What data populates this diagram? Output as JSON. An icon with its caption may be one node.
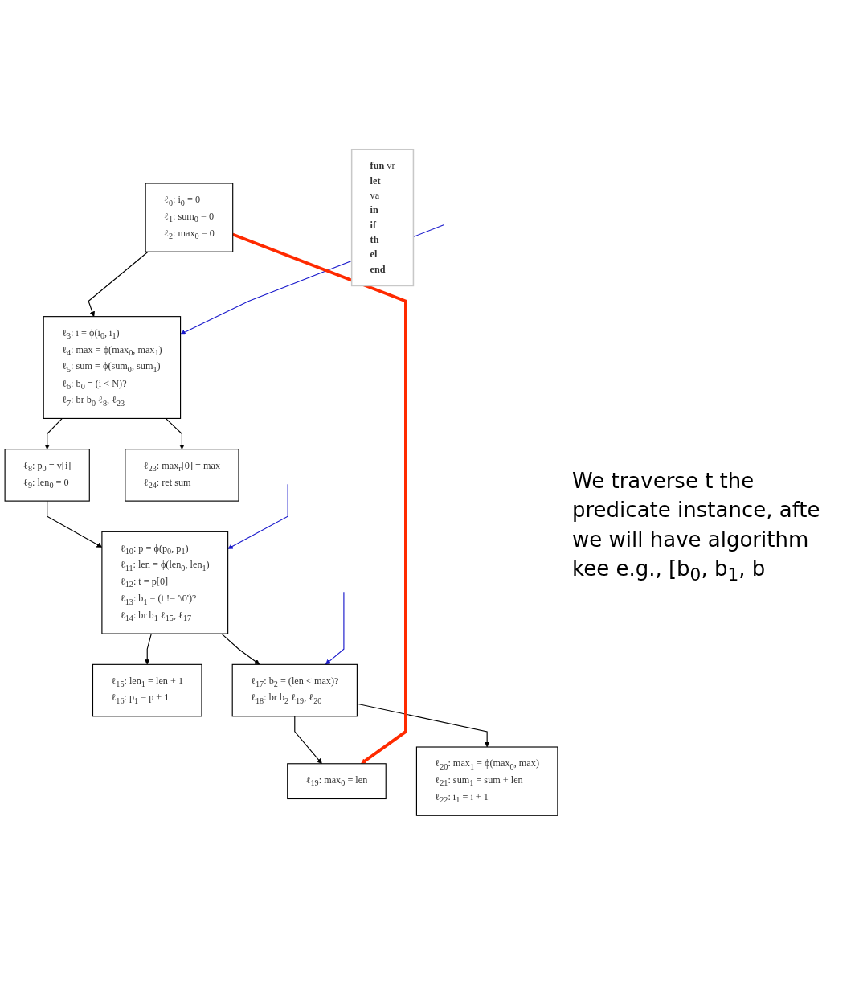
{
  "diagram": {
    "nodes": [
      {
        "text": [
          "ℓ$_{0}$: i$_{0}$ = 0",
          "ℓ$_{1}$: sum$_{0}$ = 0",
          "ℓ$_{2}$: max$_{0}$ = 0"
        ]
      },
      {
        "text": [
          "ℓ$_{3}$: i = ϕ(i$_{0}$, i$_{1}$)",
          "ℓ$_{4}$: max = ϕ(max$_{0}$, max$_{1}$)",
          "ℓ$_{5}$: sum = ϕ(sum$_{0}$, sum$_{1}$)",
          "ℓ$_{6}$: b$_{0}$ = (i < N)?",
          "ℓ$_{7}$: br b$_{0}$  ℓ$_{8}$,  ℓ$_{23}$"
        ]
      },
      {
        "text": [
          "ℓ$_{8}$: p$_{0}$ = v[i]",
          "ℓ$_{9}$: len$_{0}$ = 0"
        ]
      },
      {
        "text": [
          "ℓ$_{23}$: max$_{r}$[0] = max",
          "ℓ$_{24}$: ret sum"
        ]
      },
      {
        "text": [
          "ℓ$_{10}$: p = ϕ(p$_{0}$, p$_{1}$)",
          "ℓ$_{11}$: len = ϕ(len$_{0}$, len$_{1}$)",
          "ℓ$_{12}$: t = p[0]",
          "ℓ$_{13}$: b$_{1}$ = (t != '\\0')?",
          "ℓ$_{14}$: br b$_{1}$  ℓ$_{15}$,  ℓ$_{17}$"
        ]
      },
      {
        "text": [
          "ℓ$_{15}$: len$_{1}$ = len + 1",
          "ℓ$_{16}$: p$_{1}$ = p + 1"
        ]
      },
      {
        "text": [
          "ℓ$_{17}$: b$_{2}$ = (len < max)?",
          "ℓ$_{18}$: br b$_{2}$  ℓ$_{19}$,  ℓ$_{20}$"
        ]
      },
      {
        "text": [
          "ℓ$_{19}$: max$_{0}$ = len"
        ]
      },
      {
        "text": [
          "ℓ$_{20}$: max$_{1}$ = ϕ(max$_{0}$, max)",
          "ℓ$_{21}$: sum$_{1}$ = sum + len",
          "ℓ$_{22}$: i$_{1}$ = i + 1"
        ]
      },
      {
        "text": [
          "**fun** vr",
          "**let**",
          "va",
          "**in**",
          "**if**",
          "**th**",
          "**el**",
          "**end**"
        ]
      }
    ],
    "edges": [
      {
        "from": 0,
        "to": 1,
        "arrow": "to"
      },
      {
        "from": 1,
        "to": 2,
        "arrow": "to"
      },
      {
        "from": 1,
        "to": 3,
        "arrow": "to"
      },
      {
        "from": 2,
        "to": 4,
        "arrow": "to"
      },
      {
        "from": 4,
        "to": 5,
        "arrow": "to"
      },
      {
        "from": 4,
        "to": 6,
        "arrow": "to"
      },
      {
        "from": 6,
        "to": 7,
        "arrow": "to"
      },
      {
        "from": 6,
        "to": 8,
        "arrow": "to"
      },
      {
        "from": null,
        "to": 1,
        "arrow": "to",
        "color": "#1a1acc"
      },
      {
        "from": null,
        "to": 4,
        "arrow": "to",
        "color": "#1a1acc"
      },
      {
        "from": null,
        "to": 6,
        "arrow": "to",
        "color": "#1a1acc"
      },
      {
        "from": 0,
        "to": 7,
        "arrow": "to",
        "style": "thick",
        "color": "#ff2a00"
      }
    ],
    "labels": [
      "We traverse t the predicate instance, afte we will have algorithm kee e.g., [b$_{0}$, b$_{1}$, b"
    ]
  }
}
